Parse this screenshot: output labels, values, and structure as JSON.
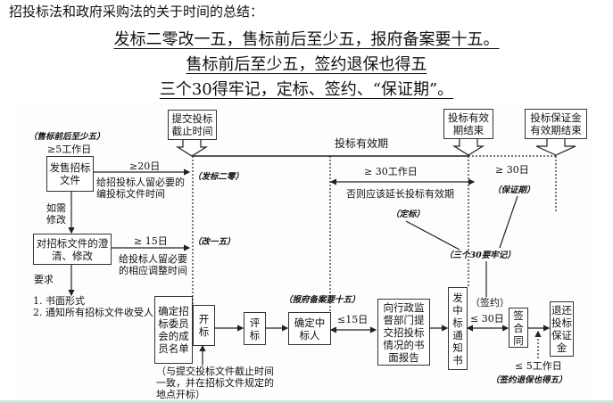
{
  "header": {
    "title": "招投标法和政府采购法的关于时间的总结：",
    "line1": "发标二零改一五，售标前后至少五，报府备案要十五。",
    "line2": "售标前后至少五，签约退保也得五",
    "line3": "三个30得牢记，定标、签约、“保证期”。"
  },
  "diagram": {
    "top_boxes": {
      "bid_deadline": "提交投标截止时间",
      "validity_end": "投标有效期结束",
      "deposit_end": "投标保证金有效期结束"
    },
    "validity_label": "投标有效期",
    "note_sale": "（售标前后至少五）",
    "min5_workdays": "≥5工作日",
    "box_sell": "发售招标文件",
    "min20": "≥20日",
    "note_20": "（发标二零）",
    "text_20": "给招投标人留必要的编投标文件时间",
    "if_modify": "如需修改",
    "box_clarify": "对招标文件的澄清、修改",
    "min15": "≥ 15日",
    "note_15": "（改一五）",
    "text_15": "给投标人留必要的相应调整时间",
    "requirement": "要求",
    "req_items": "1. 书面形式\n2. 通知所有招标文件收受人",
    "min30_workdays": "≥ 30工作日",
    "extend_text": "否则应该延长投标有效期",
    "note_award": "（定标）",
    "min30_days": "≥ 30日",
    "note_guarantee": "（保证期）",
    "note_three30": "（三个30要牢记）",
    "box_committee": "确定招标委员会的成员名单",
    "box_open": "开标",
    "box_evaluate": "评标",
    "box_winner": "确定中标人",
    "note_report": "（报府备案要十五）",
    "max15": "≤15日",
    "box_report": "向行政监督部门提交招投标情况的书面报告",
    "box_notice": "发中标通知书",
    "note_sign": "（签约）",
    "max30": "≤ 30日",
    "box_contract": "签合同",
    "box_refund": "退还投标保证金",
    "max5_workdays": "≤ 5工作日",
    "note_refund": "（签约退保也得五）",
    "open_note": "（与提交投标文件截止时间一致，并在招标文件规定的地点开标）"
  }
}
